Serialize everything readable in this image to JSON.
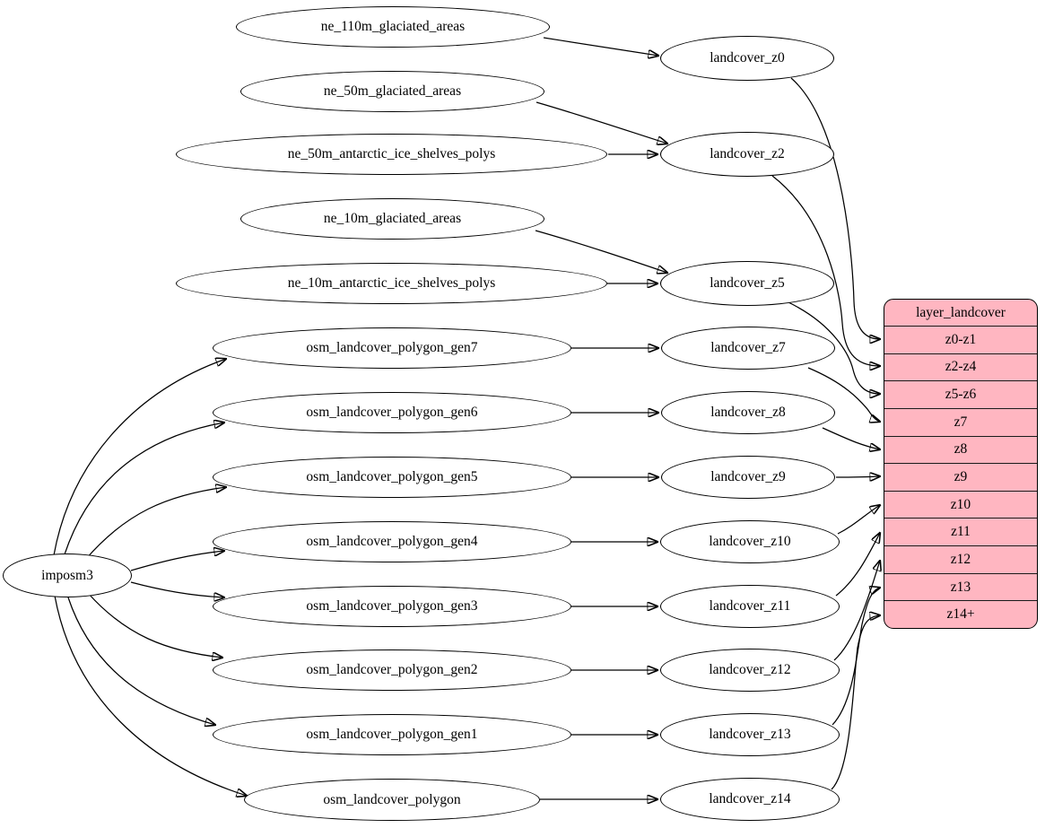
{
  "diagram": {
    "root": {
      "label": "imposm3"
    },
    "sources": [
      "ne_110m_glaciated_areas",
      "ne_50m_glaciated_areas",
      "ne_50m_antarctic_ice_shelves_polys",
      "ne_10m_glaciated_areas",
      "ne_10m_antarctic_ice_shelves_polys",
      "osm_landcover_polygon_gen7",
      "osm_landcover_polygon_gen6",
      "osm_landcover_polygon_gen5",
      "osm_landcover_polygon_gen4",
      "osm_landcover_polygon_gen3",
      "osm_landcover_polygon_gen2",
      "osm_landcover_polygon_gen1",
      "osm_landcover_polygon"
    ],
    "intermediates": [
      "landcover_z0",
      "landcover_z2",
      "landcover_z5",
      "landcover_z7",
      "landcover_z8",
      "landcover_z9",
      "landcover_z10",
      "landcover_z11",
      "landcover_z12",
      "landcover_z13",
      "landcover_z14"
    ],
    "table": {
      "title": "layer_landcover",
      "rows": [
        "z0-z1",
        "z2-z4",
        "z5-z6",
        "z7",
        "z8",
        "z9",
        "z10",
        "z11",
        "z12",
        "z13",
        "z14+"
      ]
    },
    "edges": [
      {
        "from": "imposm3",
        "to": "osm_landcover_polygon_gen7"
      },
      {
        "from": "imposm3",
        "to": "osm_landcover_polygon_gen6"
      },
      {
        "from": "imposm3",
        "to": "osm_landcover_polygon_gen5"
      },
      {
        "from": "imposm3",
        "to": "osm_landcover_polygon_gen4"
      },
      {
        "from": "imposm3",
        "to": "osm_landcover_polygon_gen3"
      },
      {
        "from": "imposm3",
        "to": "osm_landcover_polygon_gen2"
      },
      {
        "from": "imposm3",
        "to": "osm_landcover_polygon_gen1"
      },
      {
        "from": "imposm3",
        "to": "osm_landcover_polygon"
      },
      {
        "from": "ne_110m_glaciated_areas",
        "to": "landcover_z0"
      },
      {
        "from": "ne_50m_glaciated_areas",
        "to": "landcover_z2"
      },
      {
        "from": "ne_50m_antarctic_ice_shelves_polys",
        "to": "landcover_z2"
      },
      {
        "from": "ne_10m_glaciated_areas",
        "to": "landcover_z5"
      },
      {
        "from": "ne_10m_antarctic_ice_shelves_polys",
        "to": "landcover_z5"
      },
      {
        "from": "osm_landcover_polygon_gen7",
        "to": "landcover_z7"
      },
      {
        "from": "osm_landcover_polygon_gen6",
        "to": "landcover_z8"
      },
      {
        "from": "osm_landcover_polygon_gen5",
        "to": "landcover_z9"
      },
      {
        "from": "osm_landcover_polygon_gen4",
        "to": "landcover_z10"
      },
      {
        "from": "osm_landcover_polygon_gen3",
        "to": "landcover_z11"
      },
      {
        "from": "osm_landcover_polygon_gen2",
        "to": "landcover_z12"
      },
      {
        "from": "osm_landcover_polygon_gen1",
        "to": "landcover_z13"
      },
      {
        "from": "osm_landcover_polygon",
        "to": "landcover_z14"
      },
      {
        "from": "landcover_z0",
        "to": "z0-z1"
      },
      {
        "from": "landcover_z2",
        "to": "z2-z4"
      },
      {
        "from": "landcover_z5",
        "to": "z5-z6"
      },
      {
        "from": "landcover_z7",
        "to": "z7"
      },
      {
        "from": "landcover_z8",
        "to": "z8"
      },
      {
        "from": "landcover_z9",
        "to": "z9"
      },
      {
        "from": "landcover_z10",
        "to": "z10"
      },
      {
        "from": "landcover_z11",
        "to": "z11"
      },
      {
        "from": "landcover_z12",
        "to": "z12"
      },
      {
        "from": "landcover_z13",
        "to": "z13"
      },
      {
        "from": "landcover_z14",
        "to": "z14+"
      }
    ],
    "colors": {
      "table_fill": "#ffb6c1",
      "node_fill": "#ffffff",
      "stroke": "#000000"
    }
  }
}
